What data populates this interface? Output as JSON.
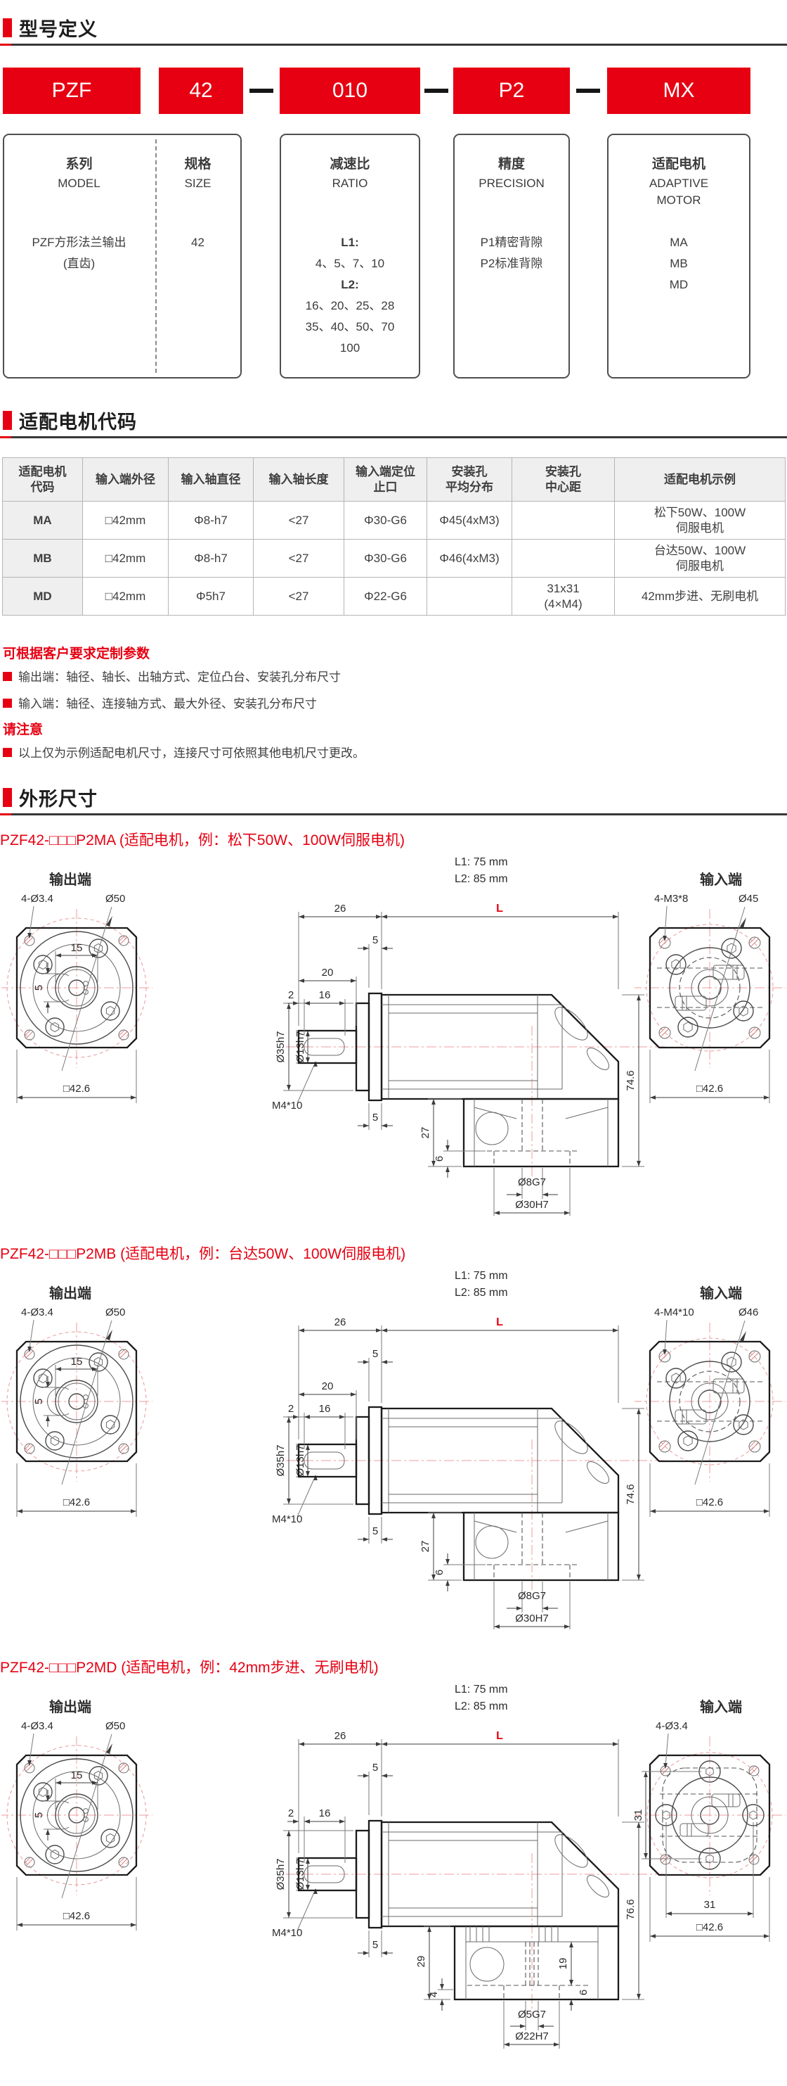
{
  "colors": {
    "accent": "#e60012",
    "ink": "#333333",
    "centerline_red": "#ef9c9c",
    "table_header_bg": "#efefef",
    "table_border": "#b5b5b5"
  },
  "sections": {
    "model_definition": {
      "heading": "型号定义",
      "code_boxes": [
        {
          "label": "PZF"
        },
        {
          "label": "42"
        },
        {
          "label": "010"
        },
        {
          "label": "P2"
        },
        {
          "label": "MX"
        }
      ],
      "desc_boxes": {
        "series": {
          "title_cn": "系列",
          "title_en": "MODEL",
          "lines": [
            {
              "t": "PZF方形法兰输出"
            },
            {
              "t": "(直齿)"
            }
          ]
        },
        "size": {
          "title_cn": "规格",
          "title_en": "SIZE",
          "lines": [
            {
              "t": "42"
            }
          ]
        },
        "ratio": {
          "title_cn": "减速比",
          "title_en": "RATIO",
          "lines": [
            {
              "t": "L1:",
              "bold": true
            },
            {
              "t": "4、5、7、10"
            },
            {
              "t": "L2:",
              "bold": true
            },
            {
              "t": "16、20、25、28"
            },
            {
              "t": "35、40、50、70"
            },
            {
              "t": "100"
            }
          ]
        },
        "precision": {
          "title_cn": "精度",
          "title_en": "PRECISION",
          "lines": [
            {
              "t": "P1精密背隙"
            },
            {
              "t": "P2标准背隙"
            }
          ]
        },
        "motor": {
          "title_cn": "适配电机",
          "title_en": "ADAPTIVE\nMOTOR",
          "lines": [
            {
              "t": "MA"
            },
            {
              "t": "MB"
            },
            {
              "t": "MD"
            }
          ]
        }
      }
    },
    "motor_code": {
      "heading": "适配电机代码",
      "table": {
        "headers": [
          "适配电机\n代码",
          "输入端外径",
          "输入轴直径",
          "输入轴长度",
          "输入端定位\n止口",
          "安装孔\n平均分布",
          "安装孔\n中心距",
          "适配电机示例"
        ],
        "rows": [
          [
            "MA",
            "□42mm",
            "Φ8-h7",
            "<27",
            "Φ30-G6",
            "Φ45(4xM3)",
            "",
            "松下50W、100W\n伺服电机"
          ],
          [
            "MB",
            "□42mm",
            "Φ8-h7",
            "<27",
            "Φ30-G6",
            "Φ46(4xM3)",
            "",
            "台达50W、100W\n伺服电机"
          ],
          [
            "MD",
            "□42mm",
            "Φ5h7",
            "<27",
            "Φ22-G6",
            "",
            "31x31\n(4×M4)",
            "42mm步进、无刷电机"
          ]
        ]
      },
      "custom_note": {
        "title": "可根据客户要求定制参数",
        "items": [
          "输出端：轴径、轴长、出轴方式、定位凸台、安装孔分布尺寸",
          "输入端：轴径、连接轴方式、最大外径、安装孔分布尺寸"
        ]
      },
      "attention_note": {
        "title": "请注意",
        "items": [
          "以上仅为示例适配电机尺寸，连接尺寸可依照其他电机尺寸更改。"
        ]
      }
    },
    "dimensions": {
      "heading": "外形尺寸",
      "drawings": [
        {
          "id": "P2MA",
          "variant": "servo",
          "title": "PZF42-□□□P2MA (适配电机，例：松下50W、100W伺服电机)",
          "output_end_label": "输出端",
          "input_end_label": "输入端",
          "l1_note": "L1: 75 mm",
          "l2_note": "L2: 85 mm",
          "l_label": "L",
          "output_view": {
            "holes": "4-Ø3.4",
            "flange_dia": "Ø50",
            "hub_width": "15",
            "key_width": "5",
            "square": "□42.6"
          },
          "side_view": {
            "front_len": "26",
            "flange_thk": "5",
            "shaft_len": "20",
            "key_offset": "2",
            "key_len": "16",
            "boss_dia": "Ø35h7",
            "shaft_dia": "Ø13h7",
            "tap": "M4*10",
            "flange_thk_bottom": "5",
            "adapter_depth": "27",
            "plate_thk": "6",
            "total_height": "74.6",
            "input_bore": "Ø8G7",
            "pilot_bore": "Ø30H7"
          },
          "input_view": {
            "holes": "4-M3*8",
            "pilot_dia": "Ø45",
            "square": "□42.6"
          }
        },
        {
          "id": "P2MB",
          "variant": "servo",
          "title": "PZF42-□□□P2MB (适配电机，例：台达50W、100W伺服电机)",
          "output_end_label": "输出端",
          "input_end_label": "输入端",
          "l1_note": "L1: 75 mm",
          "l2_note": "L2: 85 mm",
          "l_label": "L",
          "output_view": {
            "holes": "4-Ø3.4",
            "flange_dia": "Ø50",
            "hub_width": "15",
            "key_width": "5",
            "square": "□42.6"
          },
          "side_view": {
            "front_len": "26",
            "flange_thk": "5",
            "shaft_len": "20",
            "key_offset": "2",
            "key_len": "16",
            "boss_dia": "Ø35h7",
            "shaft_dia": "Ø13h7",
            "tap": "M4*10",
            "flange_thk_bottom": "5",
            "adapter_depth": "27",
            "plate_thk": "6",
            "total_height": "74.6",
            "input_bore": "Ø8G7",
            "pilot_bore": "Ø30H7"
          },
          "input_view": {
            "holes": "4-M4*10",
            "pilot_dia": "Ø46",
            "square": "□42.6"
          }
        },
        {
          "id": "P2MD",
          "variant": "stepper",
          "title": "PZF42-□□□P2MD (适配电机，例：42mm步进、无刷电机)",
          "output_end_label": "输出端",
          "input_end_label": "输入端",
          "l1_note": "L1: 75 mm",
          "l2_note": "L2: 85 mm",
          "l_label": "L",
          "output_view": {
            "holes": "4-Ø3.4",
            "flange_dia": "Ø50",
            "hub_width": "15",
            "key_width": "5",
            "square": "□42.6"
          },
          "side_view": {
            "front_len": "26",
            "flange_thk": "5",
            "key_offset": "2",
            "key_len": "16",
            "boss_dia": "Ø35h7",
            "shaft_dia": "Ø13h7",
            "tap": "M4*10",
            "flange_thk_bottom": "5",
            "adapter_depth": "29",
            "lip": "4",
            "inner_depth": "19",
            "plate_thk": "6",
            "total_height": "76.6",
            "input_bore": "Ø5G7",
            "pilot_bore": "Ø22H7"
          },
          "input_view": {
            "holes": "4-Ø3.4",
            "spacing_v": "31",
            "spacing_h": "31",
            "square": "□42.6"
          }
        }
      ]
    }
  }
}
